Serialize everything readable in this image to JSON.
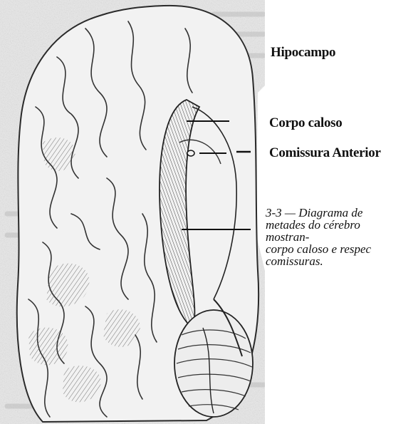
{
  "labels": {
    "hipocampo": "Hipocampo",
    "corpo_caloso": "Corpo caloso",
    "comissura_anterior": "Comissura Anterior"
  },
  "caption": {
    "line1": "3-3 — Diagrama de",
    "line2": "metades do cérebro",
    "line3": "mostran-",
    "line4": "corpo caloso e respec",
    "line5": "comissuras."
  },
  "colors": {
    "paper": "#efefef",
    "ink": "#2a2a2a",
    "text": "#111111"
  },
  "icons": {
    "diagram": "brain-midsagittal-illustration"
  }
}
